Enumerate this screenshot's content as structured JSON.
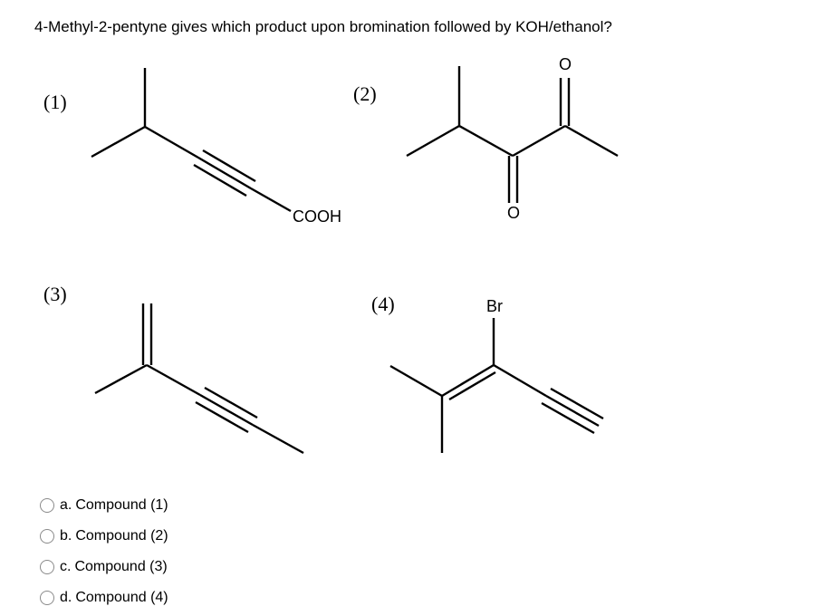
{
  "question": {
    "text": "4-Methyl-2-pentyne gives which product upon bromination followed by KOH/ethanol?"
  },
  "structures": [
    {
      "label": "(1)",
      "atom_text": [
        "COOH"
      ]
    },
    {
      "label": "(2)",
      "atom_text": [
        "O",
        "O"
      ]
    },
    {
      "label": "(3)",
      "atom_text": []
    },
    {
      "label": "(4)",
      "atom_text": [
        "Br"
      ]
    }
  ],
  "options": [
    {
      "letter": "a.",
      "text": "Compound (1)",
      "selected": false
    },
    {
      "letter": "b.",
      "text": "Compound (2)",
      "selected": false
    },
    {
      "letter": "c.",
      "text": "Compound (3)",
      "selected": false
    },
    {
      "letter": "d.",
      "text": "Compound (4)",
      "selected": false
    }
  ]
}
